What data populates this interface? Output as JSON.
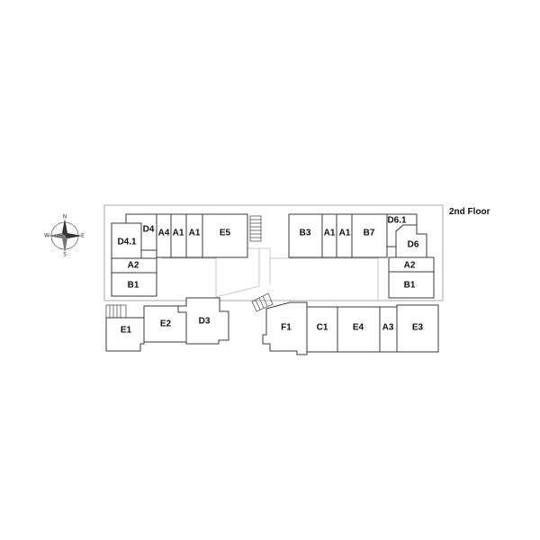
{
  "floor_label": "2nd Floor",
  "compass": {
    "n": "N",
    "s": "S",
    "e": "E",
    "w": "W"
  },
  "units": {
    "d4": "D4",
    "a4": "A4",
    "a1_left_1": "A1",
    "a1_left_2": "A1",
    "e5": "E5",
    "d4_1": "D4.1",
    "a2_left": "A2",
    "b1_left": "B1",
    "b3": "B3",
    "a1_right_1": "A1",
    "a1_right_2": "A1",
    "b7": "B7",
    "d6_1": "D6.1",
    "d6": "D6",
    "a2_right": "A2",
    "b1_right": "B1",
    "e1": "E1",
    "e2": "E2",
    "d3": "D3",
    "f1": "F1",
    "c1": "C1",
    "e4": "E4",
    "a3": "A3",
    "e3": "E3"
  },
  "colors": {
    "wall": "#3a3a3a",
    "outline": "#b8b8b8",
    "text": "#111111"
  }
}
